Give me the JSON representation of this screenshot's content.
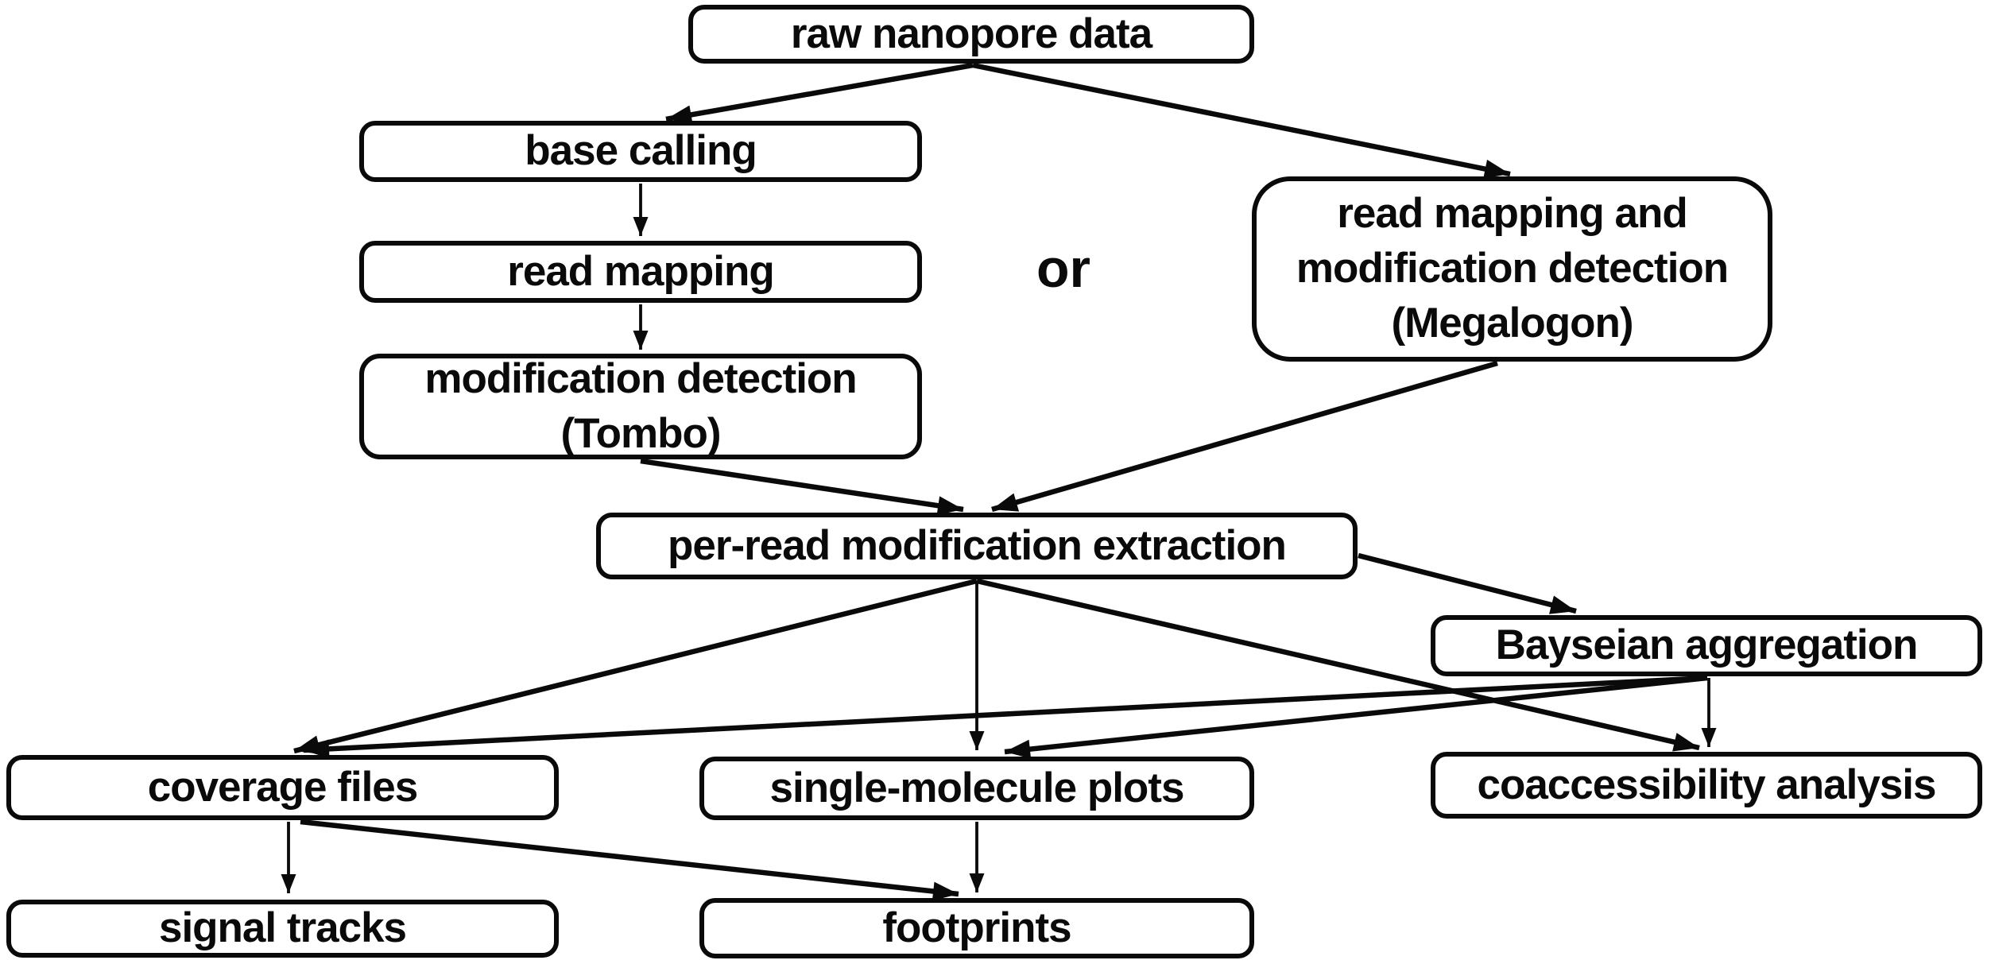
{
  "figure": {
    "type": "flowchart",
    "background_color": "#ffffff",
    "ink_color": "#0a0a0a"
  },
  "nodes": {
    "raw": {
      "label": "raw nanopore data"
    },
    "base_calling": {
      "label": "base calling"
    },
    "read_mapping": {
      "label": "read mapping"
    },
    "megalodon": {
      "label": "read mapping and\nmodification detection\n(Megalogon)"
    },
    "tombo": {
      "label": "modification detection\n(Tombo)"
    },
    "per_read": {
      "label": "per-read modification extraction"
    },
    "bayseian": {
      "label": "Bayseian aggregation"
    },
    "coverage": {
      "label": "coverage files"
    },
    "single_molecule": {
      "label": "single-molecule plots"
    },
    "coaccessibility": {
      "label": "coaccessibility analysis"
    },
    "signal_tracks": {
      "label": "signal tracks"
    },
    "footprints": {
      "label": "footprints"
    }
  },
  "labels": {
    "or": "or"
  },
  "edges": [
    {
      "from": "raw",
      "to": "base_calling"
    },
    {
      "from": "raw",
      "to": "megalodon"
    },
    {
      "from": "base_calling",
      "to": "read_mapping"
    },
    {
      "from": "read_mapping",
      "to": "tombo"
    },
    {
      "from": "tombo",
      "to": "per_read"
    },
    {
      "from": "megalodon",
      "to": "per_read"
    },
    {
      "from": "per_read",
      "to": "bayseian"
    },
    {
      "from": "per_read",
      "to": "coverage"
    },
    {
      "from": "per_read",
      "to": "single_molecule"
    },
    {
      "from": "per_read",
      "to": "coaccessibility"
    },
    {
      "from": "bayseian",
      "to": "coverage"
    },
    {
      "from": "bayseian",
      "to": "single_molecule"
    },
    {
      "from": "bayseian",
      "to": "coaccessibility"
    },
    {
      "from": "coverage",
      "to": "signal_tracks"
    },
    {
      "from": "coverage",
      "to": "footprints"
    },
    {
      "from": "single_molecule",
      "to": "footprints"
    }
  ]
}
